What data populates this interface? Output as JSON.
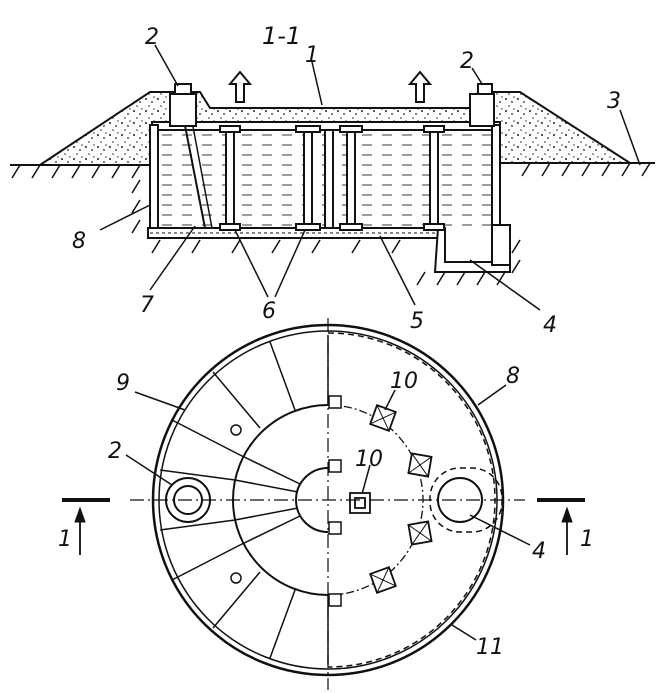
{
  "title": "1-1",
  "labels": {
    "l1_top": "1",
    "l2_left": "2",
    "l2_right": "2",
    "l3": "3",
    "l4_top": "4",
    "l5": "5",
    "l6": "6",
    "l7": "7",
    "l8_left": "8",
    "l9": "9",
    "l2_plan": "2",
    "l10_a": "10",
    "l10_b": "10",
    "l8_plan": "8",
    "l4_plan": "4",
    "l11": "11",
    "l1_left": "1",
    "l1_right": "1"
  }
}
